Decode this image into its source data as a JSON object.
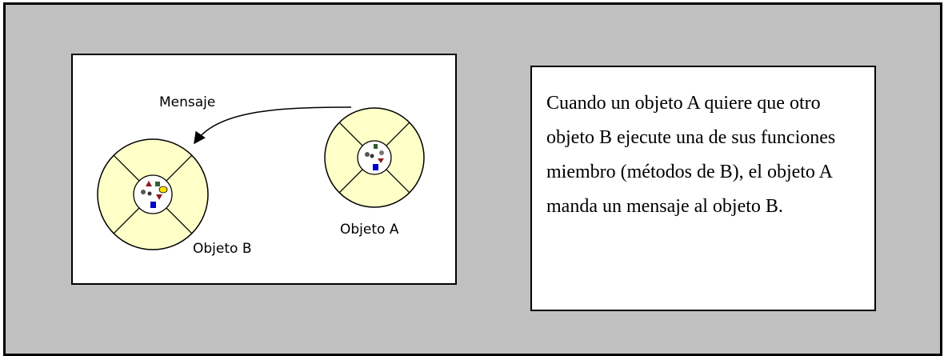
{
  "diagram": {
    "message_label": "Mensaje",
    "object_a_label": "Objeto A",
    "object_b_label": "Objeto B"
  },
  "description": {
    "text": "Cuando un objeto A quiere que otro objeto B ejecute una de sus funciones miembro (métodos de B), el objeto A manda un mensaje al objeto B."
  },
  "colors": {
    "frame_bg": "#c0c0c0",
    "object_fill": "#ffffc8",
    "nucleus_fill": "#ffffff"
  }
}
